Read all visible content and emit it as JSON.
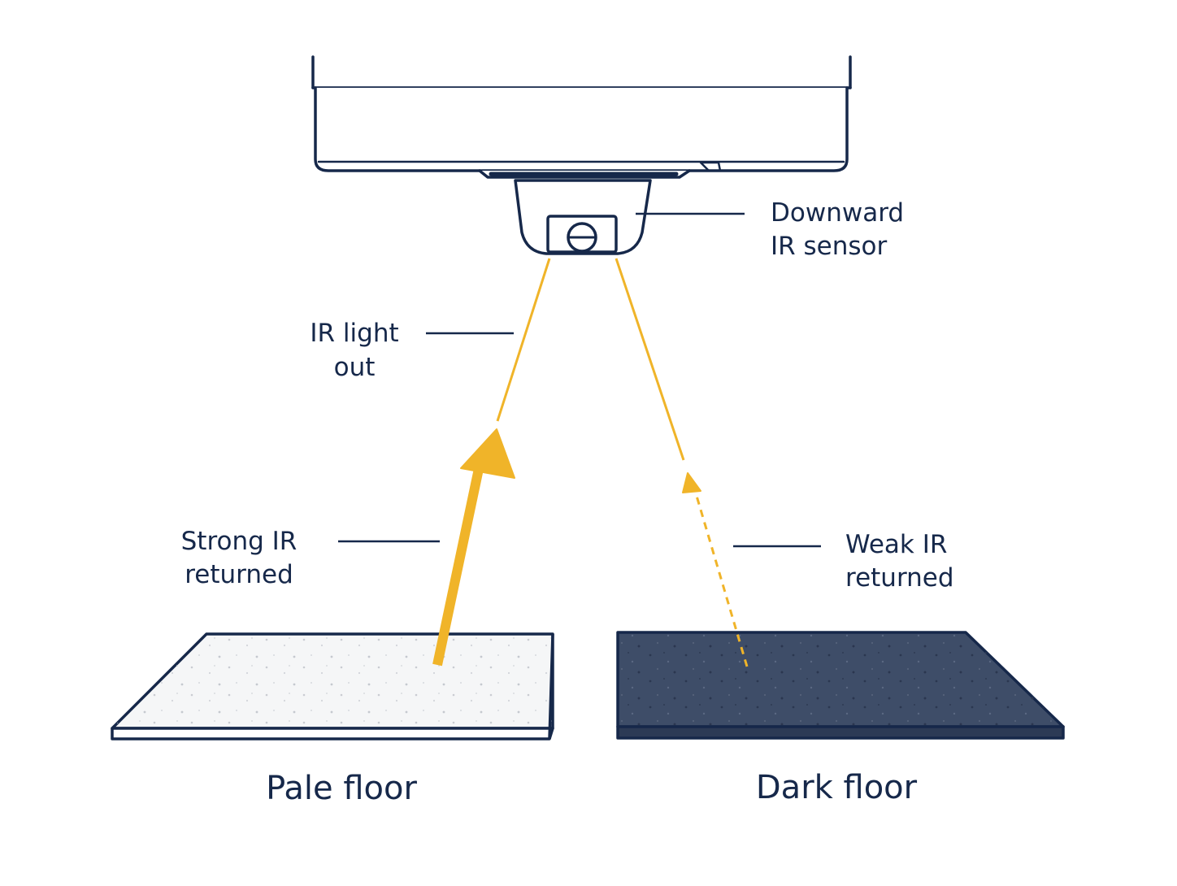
{
  "labels": {
    "sensor_line1": "Downward",
    "sensor_line2": "IR sensor",
    "ir_out_line1": "IR light",
    "ir_out_line2": "out",
    "strong_line1": "Strong IR",
    "strong_line2": "returned",
    "weak_line1": "Weak IR",
    "weak_line2": "returned",
    "pale_floor": "Pale floor",
    "dark_floor": "Dark floor"
  },
  "colors": {
    "ink": "#16284a",
    "beam": "#f0b429",
    "pale_floor": "#f5f6f7",
    "dark_floor": "#3e4d68"
  }
}
